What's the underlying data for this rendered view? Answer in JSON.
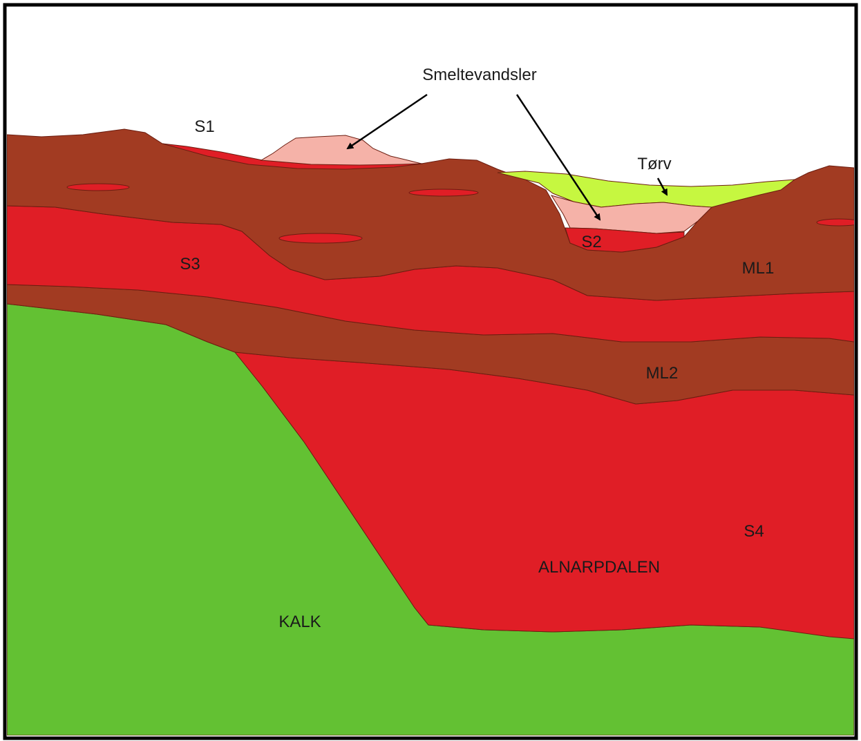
{
  "diagram": {
    "annotations": {
      "meltwater_clay": "Smeltevandsler",
      "peat": "Tørv"
    },
    "layers": {
      "s1": "S1",
      "s2": "S2",
      "s3": "S3",
      "s4": "S4",
      "ml1": "ML1",
      "ml2": "ML2",
      "chalk": "KALK",
      "valley": "ALNARPDALEN"
    }
  },
  "colors": {
    "clay_till": "#a23b22",
    "sand": "#e01e26",
    "chalk": "#63c133",
    "meltwater_clay": "#f5b2a8",
    "peat": "#c6f740",
    "frame": "#000000",
    "outline": "#6b1d10"
  }
}
